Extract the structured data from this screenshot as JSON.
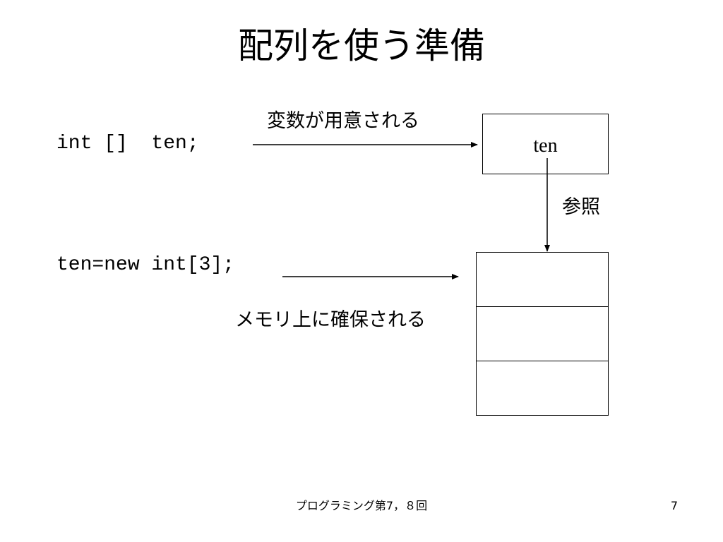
{
  "slide": {
    "title": "配列を使う準備",
    "code_lines": {
      "declaration": "int []  ten;",
      "allocation": "ten=new int[3];"
    },
    "labels": {
      "variable_prepared": "変数が用意される",
      "reference": "参照",
      "memory_allocated": "メモリ上に確保される"
    },
    "variable_box_text": "ten",
    "array_cell_count": 3,
    "footer": "プログラミング第7，８回",
    "page_number": "7"
  }
}
